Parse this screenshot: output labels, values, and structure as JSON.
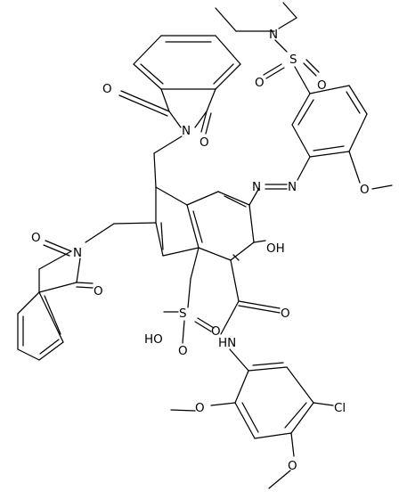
{
  "molecule": {
    "labels": {
      "n_amine": "N",
      "s_sulfonyl": "S",
      "o_sulfonyl_a": "O",
      "o_sulfonyl_b": "O",
      "o_phth_top_a": "O",
      "n_phth_top": "N",
      "o_phth_top_b": "O",
      "o_methoxy_top": "O",
      "n_azo_a": "N",
      "n_azo_b": "N",
      "hydroxyl": "OH",
      "o_phth_left_a": "O",
      "n_phth_left": "N",
      "o_phth_left_b": "O",
      "o_amide": "O",
      "s_sulfo": "S",
      "o_sulfo_a": "O",
      "o_sulfo_b": "O",
      "sulfo_hydroxyl": "HO",
      "amide_nh": "HN",
      "chloro": "Cl",
      "o_methoxy_left": "O",
      "o_methoxy_bottom": "O"
    }
  }
}
